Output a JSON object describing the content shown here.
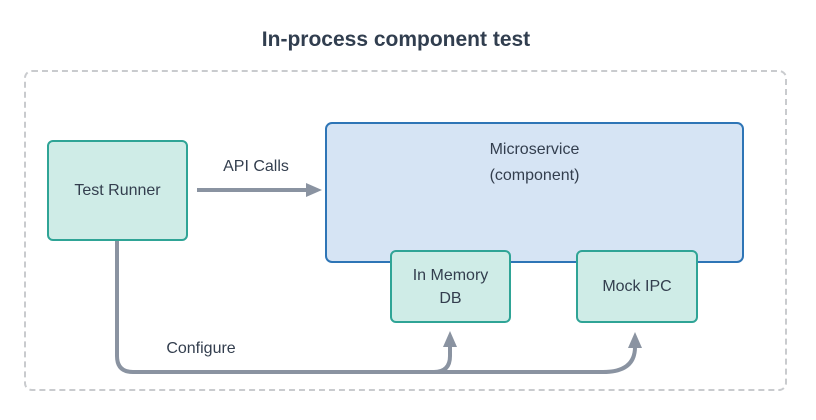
{
  "title": "In-process component test",
  "nodes": {
    "test_runner": {
      "label": "Test Runner"
    },
    "microservice": {
      "line1": "Microservice",
      "line2": "(component)"
    },
    "in_memory_db": {
      "line1": "In Memory",
      "line2": "DB"
    },
    "mock_ipc": {
      "label": "Mock IPC"
    }
  },
  "edges": {
    "api_calls": {
      "label": "API Calls"
    },
    "configure": {
      "label": "Configure"
    }
  },
  "colors": {
    "teal_fill": "#cfece7",
    "teal_border": "#2fa496",
    "blue_fill": "#d6e4f4",
    "blue_border": "#2e75b6",
    "arrow_gray": "#8a93a1",
    "dashed_border": "#c9cbce",
    "text": "#333e4e"
  }
}
